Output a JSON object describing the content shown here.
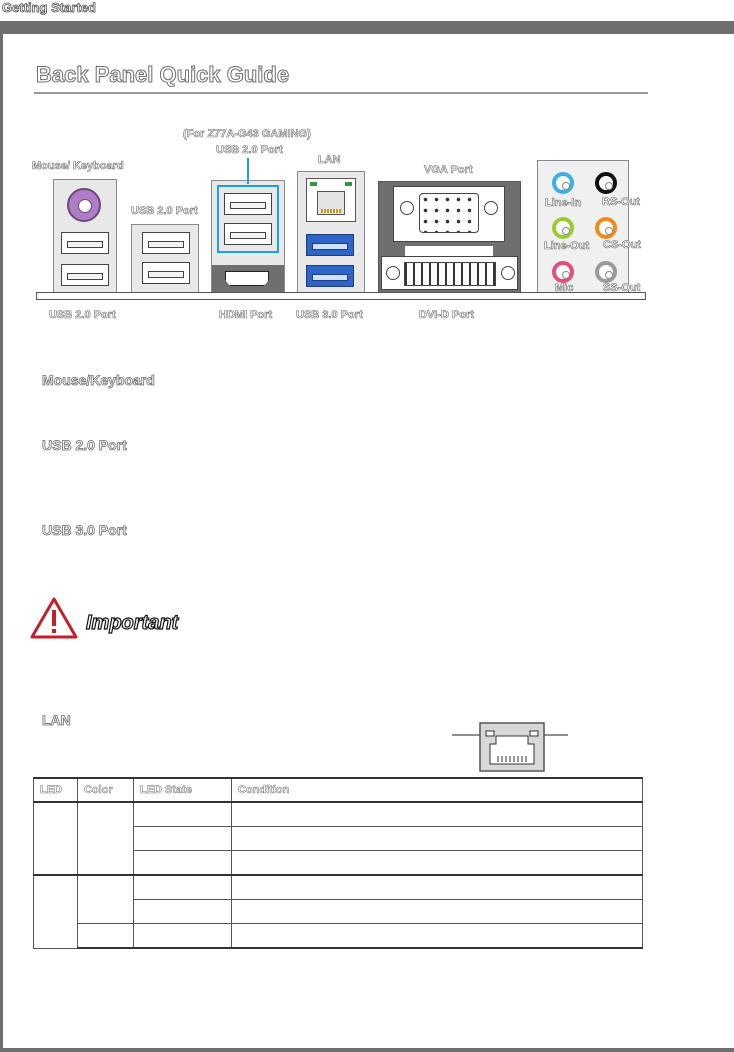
{
  "header": {
    "section": "Getting Started"
  },
  "page_title": "Back Panel Quick Guide",
  "diagram": {
    "top_labels": {
      "note": "(For Z77A-G43 GAMING)",
      "usb2_port_top": "USB 2.0 Port",
      "lan": "LAN",
      "vga": "VGA Port",
      "mouse_keyboard": "Mouse/ Keyboard",
      "usb2_port_mid": "USB 2.0 Port"
    },
    "audio_labels": {
      "line_in": "Line-In",
      "rs_out": "RS-Out",
      "line_out": "Line-Out",
      "cs_out": "CS-Out",
      "mic": "Mic",
      "ss_out": "SS-Out"
    },
    "bottom_labels": {
      "usb2": "USB 2.0 Port",
      "hdmi": "HDMI Port",
      "usb3": "USB 3.0 Port",
      "dvi": "DVI-D Port"
    }
  },
  "sections": {
    "mouse_keyboard": "Mouse/Keyboard",
    "usb2": "USB 2.0 Port",
    "usb3": "USB 3.0 Port",
    "important": "Important",
    "lan": "LAN"
  },
  "led_table": {
    "headers": [
      "LED",
      "Color",
      "LED State",
      "Condition"
    ]
  },
  "colors": {
    "purple_ps2": "#b07cc6",
    "usb3_blue": "#2f64c7",
    "highlight_cyan": "#1aa3d9",
    "jack_blue": "#3ab0e6",
    "jack_green": "#9acd32",
    "jack_pink": "#e2507a",
    "jack_orange": "#f08a1c",
    "jack_black": "#111111",
    "jack_grey": "#9a9a9a",
    "warning_red": "#c0202a"
  }
}
